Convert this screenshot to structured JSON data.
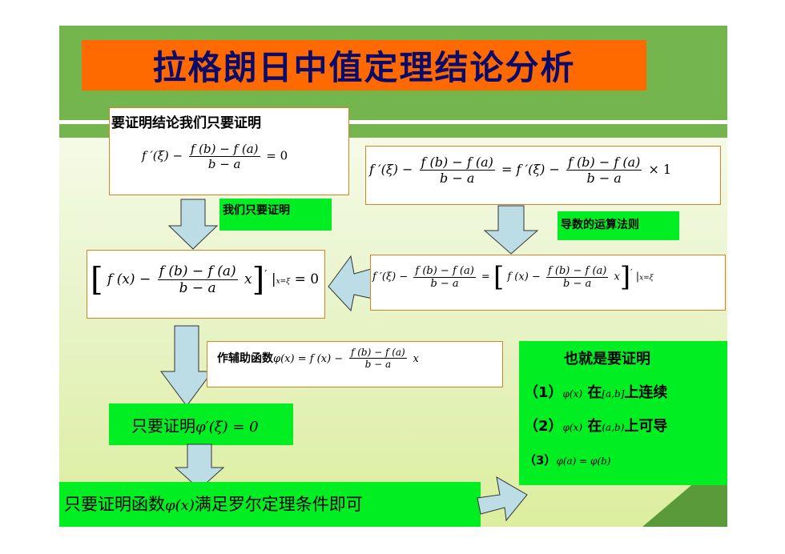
{
  "title": "拉格朗日中值定理结论分析",
  "box1": {
    "label": "要证明结论我们只要证明"
  },
  "label_we_only_need": "我们只要证明",
  "label_derivative_rules": "导数的运算法则",
  "aux": {
    "label": "作辅助函数"
  },
  "only_prove": "只要证明",
  "bottom": {
    "label": "只要证明函数",
    "tail": "满足罗尔定理条件即可"
  },
  "right": {
    "heading": "也就是要证明",
    "c1": "（1）",
    "c1a": "在",
    "c1b": "上连续",
    "c2": "（2）",
    "c2a": "在",
    "c2b": "上可导",
    "c3": "（3）"
  }
}
